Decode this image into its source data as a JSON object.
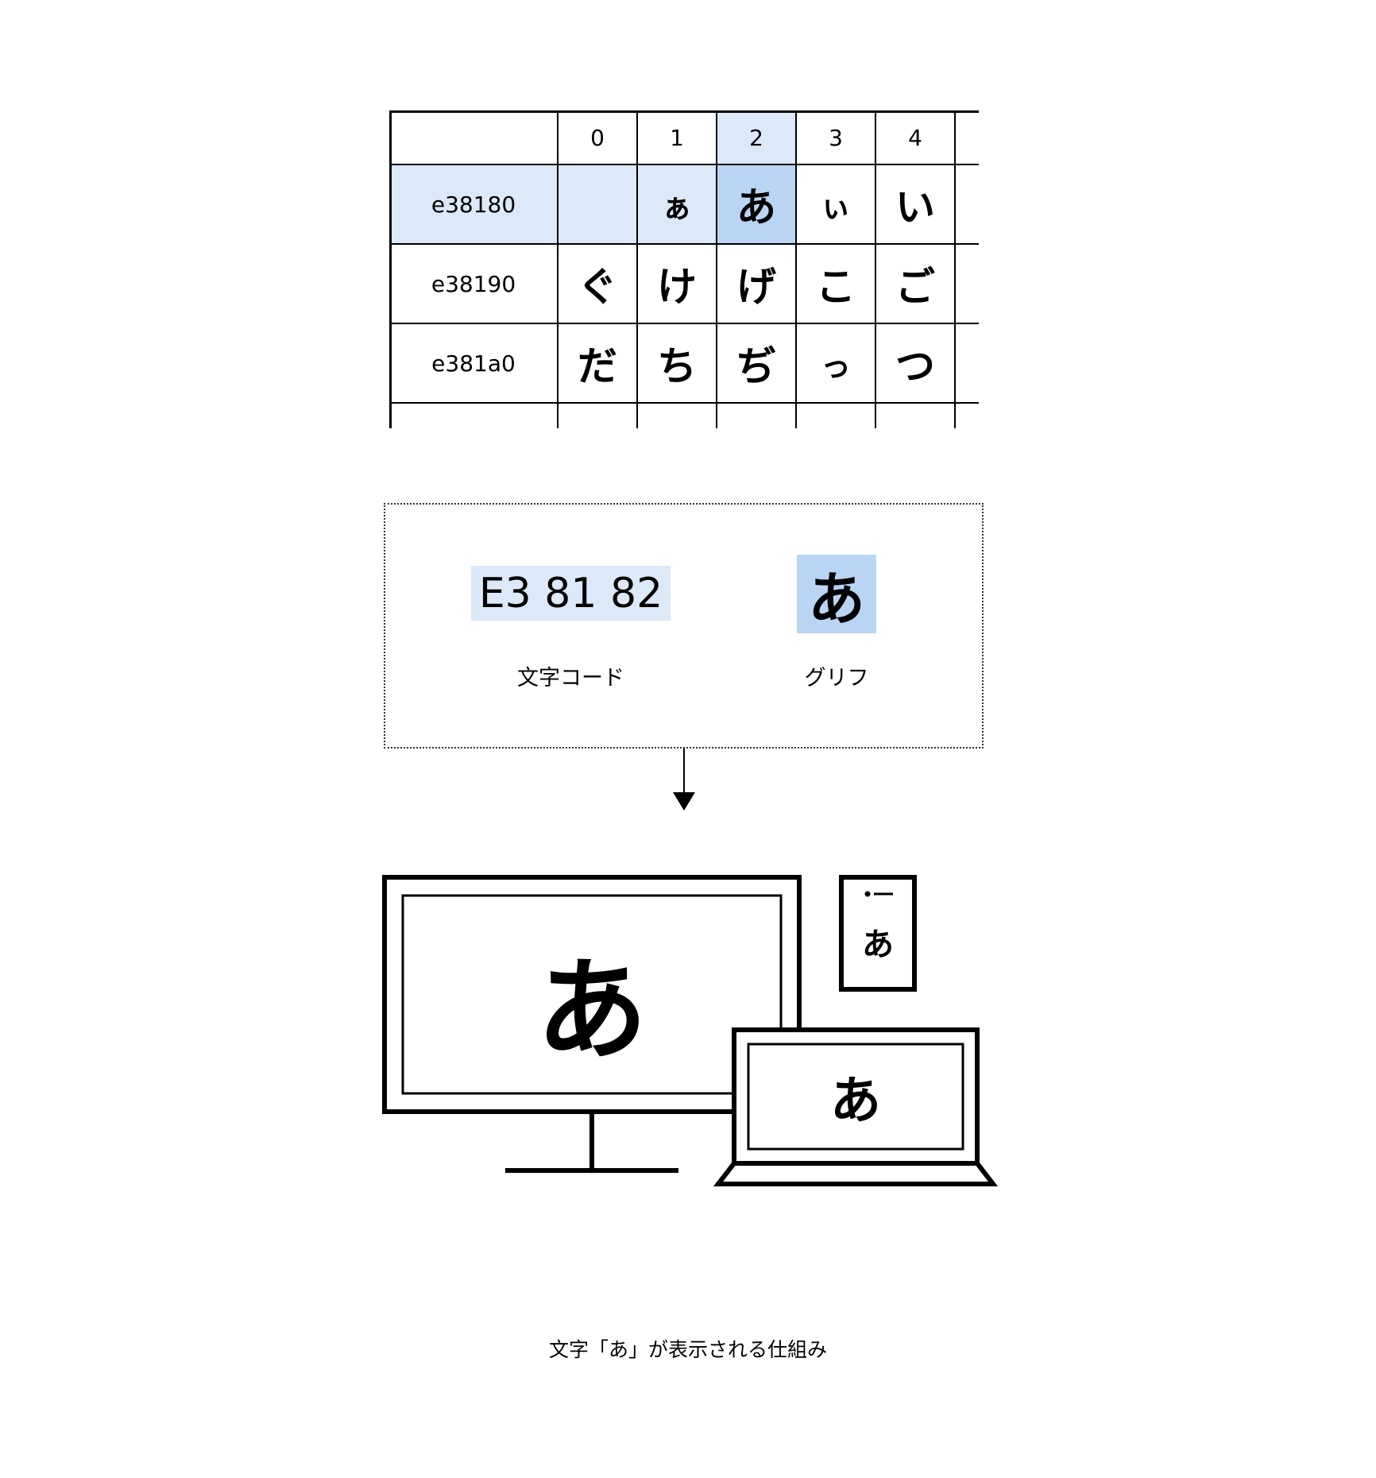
{
  "code_table": {
    "columns": [
      "0",
      "1",
      "2",
      "3",
      "4"
    ],
    "rows": [
      {
        "label": "e38180",
        "cells": [
          "",
          "ぁ",
          "あ",
          "ぃ",
          "い"
        ]
      },
      {
        "label": "e38190",
        "cells": [
          "ぐ",
          "け",
          "げ",
          "こ",
          "ご"
        ]
      },
      {
        "label": "e381a0",
        "cells": [
          "だ",
          "ち",
          "ぢ",
          "っ",
          "つ"
        ]
      }
    ],
    "highlight_row": 0,
    "highlight_column": 2,
    "colors": {
      "light": "#dbe9f8",
      "strong": "#b9d5f3"
    }
  },
  "code_box": {
    "code_value": "E3 81 82",
    "code_label": "文字コード",
    "glyph_value": "あ",
    "glyph_label": "グリフ"
  },
  "devices": {
    "monitor_glyph": "あ",
    "phone_glyph": "あ",
    "laptop_glyph": "あ"
  },
  "caption": "文字「あ」が表示される仕組み"
}
